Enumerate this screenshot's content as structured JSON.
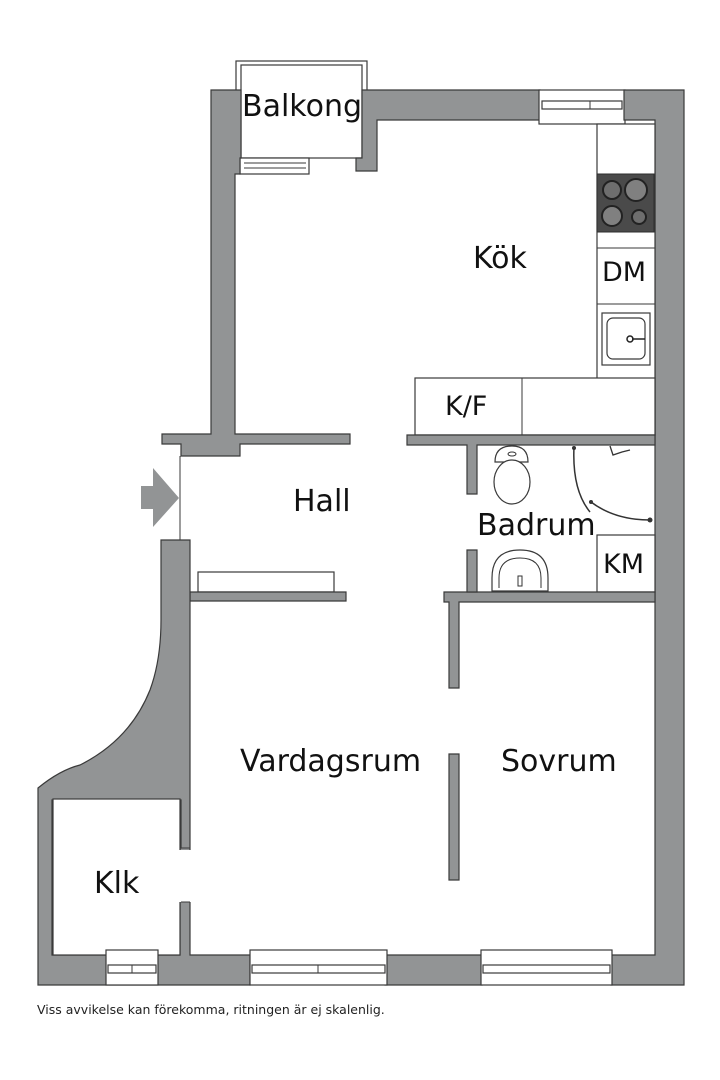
{
  "floorplan": {
    "rooms": [
      {
        "id": "balkong",
        "label": "Balkong"
      },
      {
        "id": "kok",
        "label": "Kök"
      },
      {
        "id": "hall",
        "label": "Hall"
      },
      {
        "id": "badrum",
        "label": "Badrum"
      },
      {
        "id": "vardagsrum",
        "label": "Vardagsrum"
      },
      {
        "id": "sovrum",
        "label": "Sovrum"
      },
      {
        "id": "klk",
        "label": "Klk"
      }
    ],
    "fixtures": [
      {
        "id": "dm",
        "label": "DM"
      },
      {
        "id": "kf",
        "label": "K/F"
      },
      {
        "id": "km",
        "label": "KM"
      }
    ],
    "icons": [
      "stove-icon",
      "sink-icon",
      "toilet-icon",
      "washbasin-icon",
      "shower-icon",
      "entrance-arrow-icon"
    ],
    "colors": {
      "wall": "#929495",
      "outline": "#3a3a3a",
      "background": "#ffffff",
      "stove": "#4a4a4a"
    }
  },
  "footer": {
    "disclaimer": "Viss avvikelse kan förekomma, ritningen är ej skalenlig."
  }
}
